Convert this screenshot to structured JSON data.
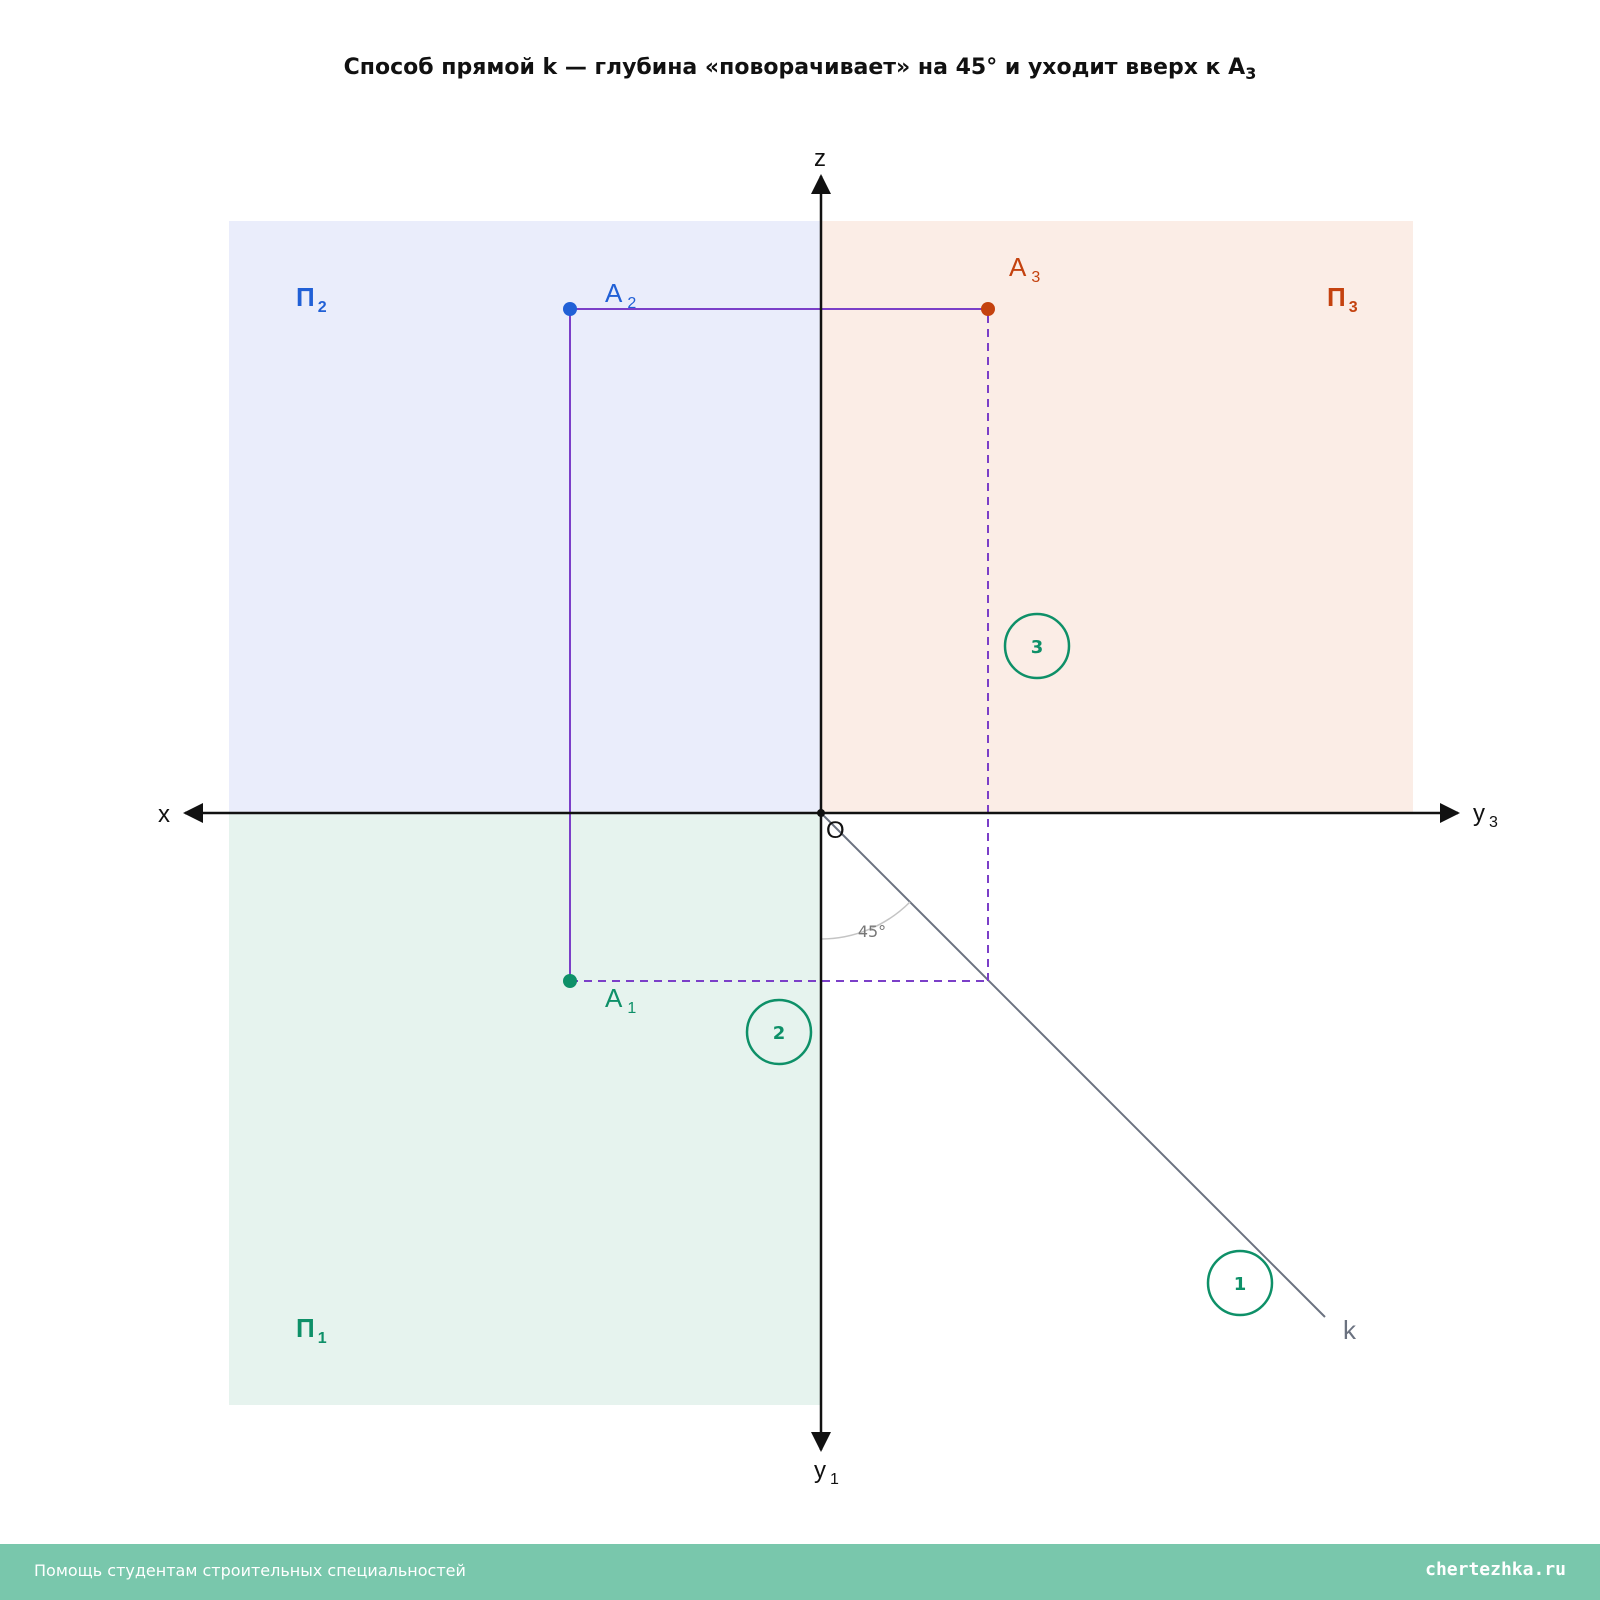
{
  "title": {
    "main": "Способ прямой k — глубина «поворачивает» на 45° и уходит вверх к A",
    "sub": "3"
  },
  "axes": {
    "x": "x",
    "z": "z",
    "y3": {
      "base": "y",
      "sub": "3"
    },
    "y1": {
      "base": "y",
      "sub": "1"
    },
    "origin": "O"
  },
  "planes": {
    "p2": {
      "base": "П",
      "sub": "2",
      "color": "#2160d6",
      "fill": "#eaedfb"
    },
    "p3": {
      "base": "П",
      "sub": "3",
      "color": "#c4420f",
      "fill": "#fbede6"
    },
    "p1": {
      "base": "П",
      "sub": "1",
      "color": "#0e9068",
      "fill": "#e6f3ee"
    }
  },
  "points": {
    "a2": {
      "base": "A",
      "sub": "2",
      "color": "#2160d6"
    },
    "a3": {
      "base": "A",
      "sub": "3",
      "color": "#c4420f"
    },
    "a1": {
      "base": "A",
      "sub": "1",
      "color": "#0e9068"
    }
  },
  "line_k": {
    "label": "k",
    "color": "#6b7280",
    "angle_label": "45°"
  },
  "projection_color": "#7b3fc8",
  "steps": [
    "1",
    "2",
    "3"
  ],
  "footer": {
    "left": "Помощь студентам строительных специальностей",
    "right": "chertezhka.ru",
    "color": "#79c7ac"
  }
}
